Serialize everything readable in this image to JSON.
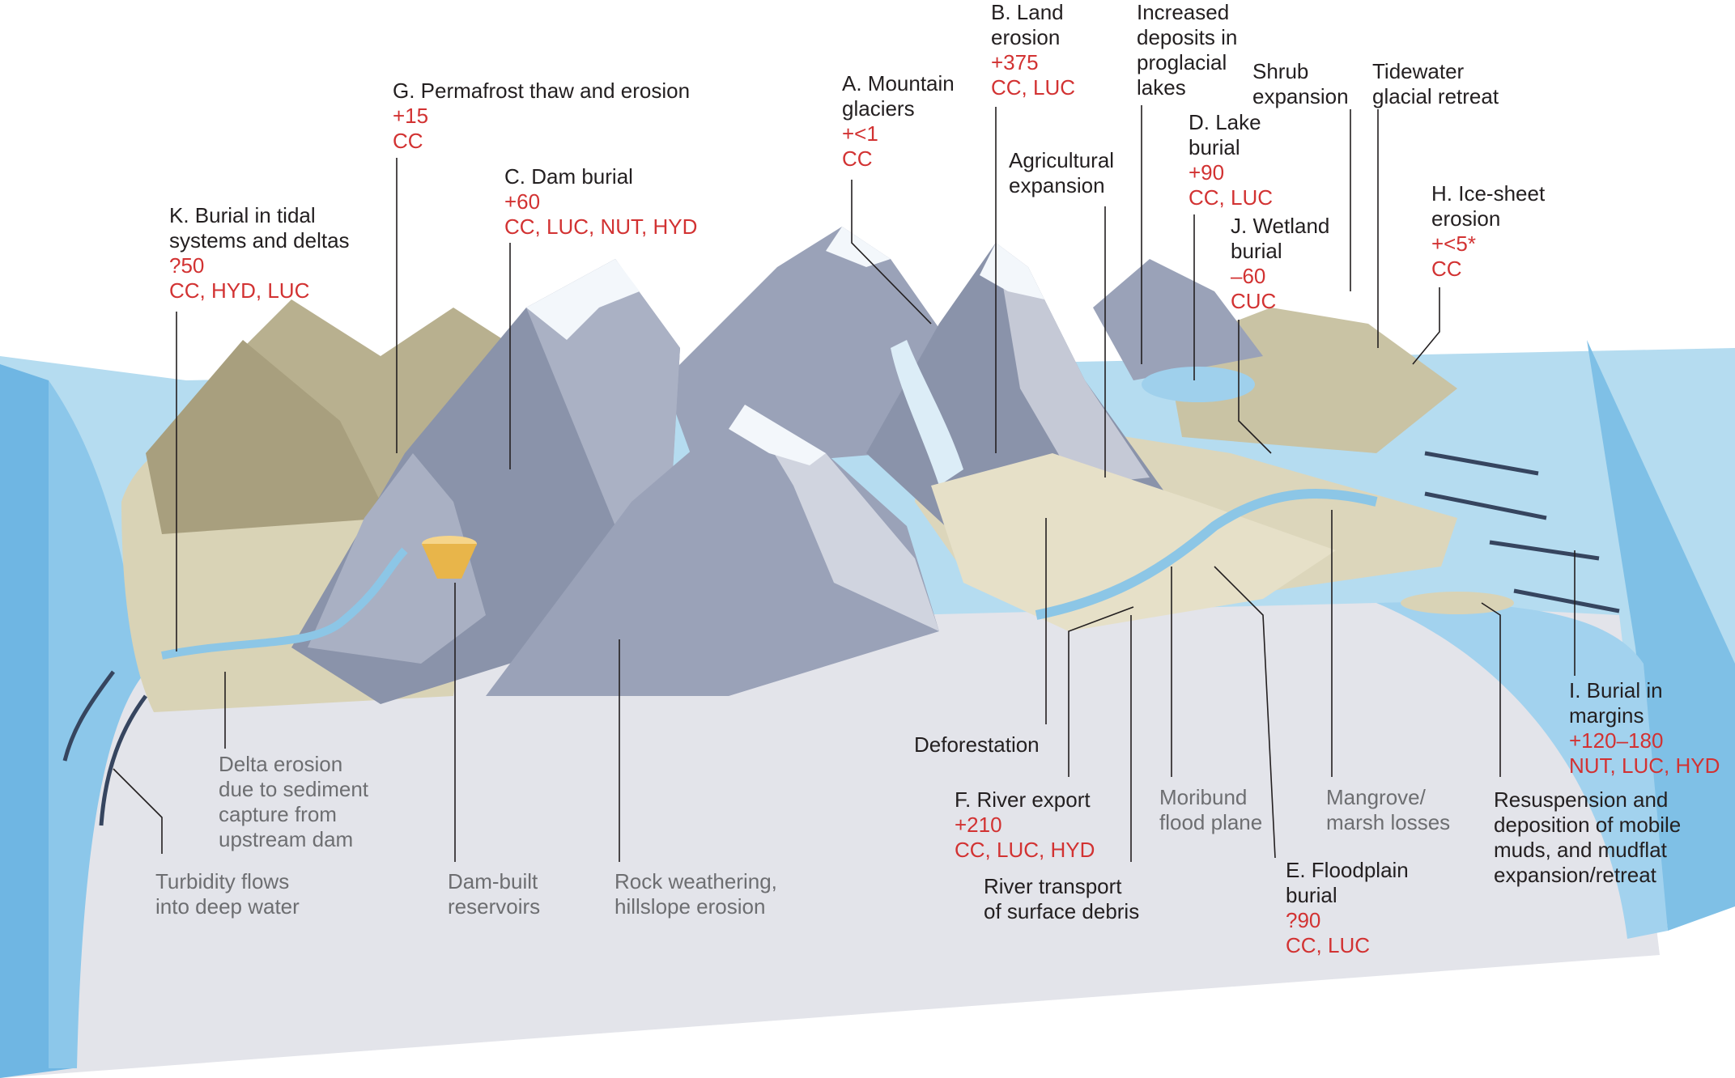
{
  "labels": {
    "a": {
      "title": "A. Mountain\nglaciers",
      "value": "+<1",
      "drivers": "CC"
    },
    "b": {
      "title": "B. Land\nerosion",
      "value": "+375",
      "drivers": "CC, LUC"
    },
    "c": {
      "title": "C. Dam burial",
      "value": "+60",
      "drivers": "CC, LUC, NUT, HYD"
    },
    "d": {
      "title": "D. Lake\nburial",
      "value": "+90",
      "drivers": "CC, LUC"
    },
    "e": {
      "title": "E. Floodplain\nburial",
      "value": "?90",
      "drivers": "CC, LUC"
    },
    "f": {
      "title": "F. River export",
      "value": "+210",
      "drivers": "CC, LUC, HYD"
    },
    "g": {
      "title": "G. Permafrost thaw and erosion",
      "value": "+15",
      "drivers": "CC"
    },
    "h": {
      "title": "H. Ice-sheet\nerosion",
      "value": "+<5*",
      "drivers": "CC"
    },
    "i": {
      "title": "I. Burial in\nmargins",
      "value": "+120–180",
      "drivers": "NUT, LUC, HYD"
    },
    "j": {
      "title": "J. Wetland\nburial",
      "value": "–60",
      "drivers": "CUC"
    },
    "k": {
      "title": "K. Burial in tidal\nsystems and deltas",
      "value": "?50",
      "drivers": "CC, HYD, LUC"
    },
    "agricultural": "Agricultural\nexpansion",
    "proglacial": "Increased\ndeposits in\nproglacial\nlakes",
    "shrub": "Shrub\nexpansion",
    "tidewater": "Tidewater\nglacial retreat",
    "deforestation": "Deforestation",
    "river_transport": "River transport\nof surface debris",
    "resuspension": "Resuspension and\ndeposition of mobile\nmuds, and mudflat\nexpansion/retreat",
    "delta_erosion": "Delta erosion\ndue to sediment\ncapture from\nupstream dam",
    "turbidity": "Turbidity flows\ninto deep water",
    "reservoirs": "Dam-built\nreservoirs",
    "rock": "Rock weathering,\nhillslope erosion",
    "moribund": "Moribund\nflood plane",
    "mangrove": "Mangrove/\nmarsh losses"
  },
  "colors": {
    "ocean": "#9fcfea",
    "ocean_deep": "#5aa9dc",
    "seabed": "#e4e5ea",
    "mountain_dark": "#8a93aa",
    "mountain_light": "#c5c9d6",
    "land": "#d9d3b6",
    "hills": "#b8b08f",
    "ice": "#dcedf7",
    "text": "#231f20",
    "value_red": "#d23232",
    "grey_text": "#6d6e71",
    "leader": "#231f20",
    "arrow": "#36455f"
  }
}
